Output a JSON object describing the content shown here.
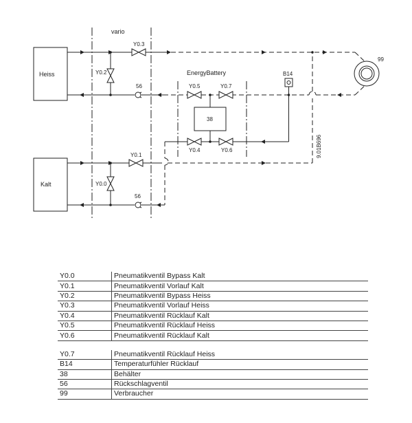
{
  "diagram": {
    "labels": {
      "vario": "vario",
      "heiss": "Heiss",
      "kalt": "Kalt",
      "energy_battery": "EnergyBattery",
      "y03": "Y0.3",
      "y02": "Y0.2",
      "y01": "Y0.1",
      "y00": "Y0.0",
      "y05": "Y0.5",
      "y07": "Y0.7",
      "y04": "Y0.4",
      "y06": "Y0.6",
      "b14": "B14",
      "c38": "38",
      "v56_top": "56",
      "v56_bottom": "56",
      "c99": "99",
      "drawing_no": "9.01B696"
    }
  },
  "legend": {
    "group1": [
      {
        "code": "Y0.0",
        "desc": "Pneumatikventil Bypass Kalt"
      },
      {
        "code": "Y0.1",
        "desc": "Pneumatikventil Vorlauf Kalt"
      },
      {
        "code": "Y0.2",
        "desc": "Pneumatikventil Bypass Heiss"
      },
      {
        "code": "Y0.3",
        "desc": "Pneumatikventil Vorlauf Heiss"
      },
      {
        "code": "Y0.4",
        "desc": "Pneumatikventil Rücklauf Kalt"
      },
      {
        "code": "Y0.5",
        "desc": "Pneumatikventil Rücklauf Heiss"
      },
      {
        "code": "Y0.6",
        "desc": "Pneumatikventil Rücklauf Kalt"
      }
    ],
    "group2": [
      {
        "code": "Y0.7",
        "desc": "Pneumatikventil Rücklauf Heiss"
      },
      {
        "code": "B14",
        "desc": "Temperaturfühler Rücklauf"
      },
      {
        "code": "38",
        "desc": "Behälter"
      },
      {
        "code": "56",
        "desc": "Rückschlagventil"
      },
      {
        "code": "99",
        "desc": "Verbraucher"
      }
    ]
  }
}
